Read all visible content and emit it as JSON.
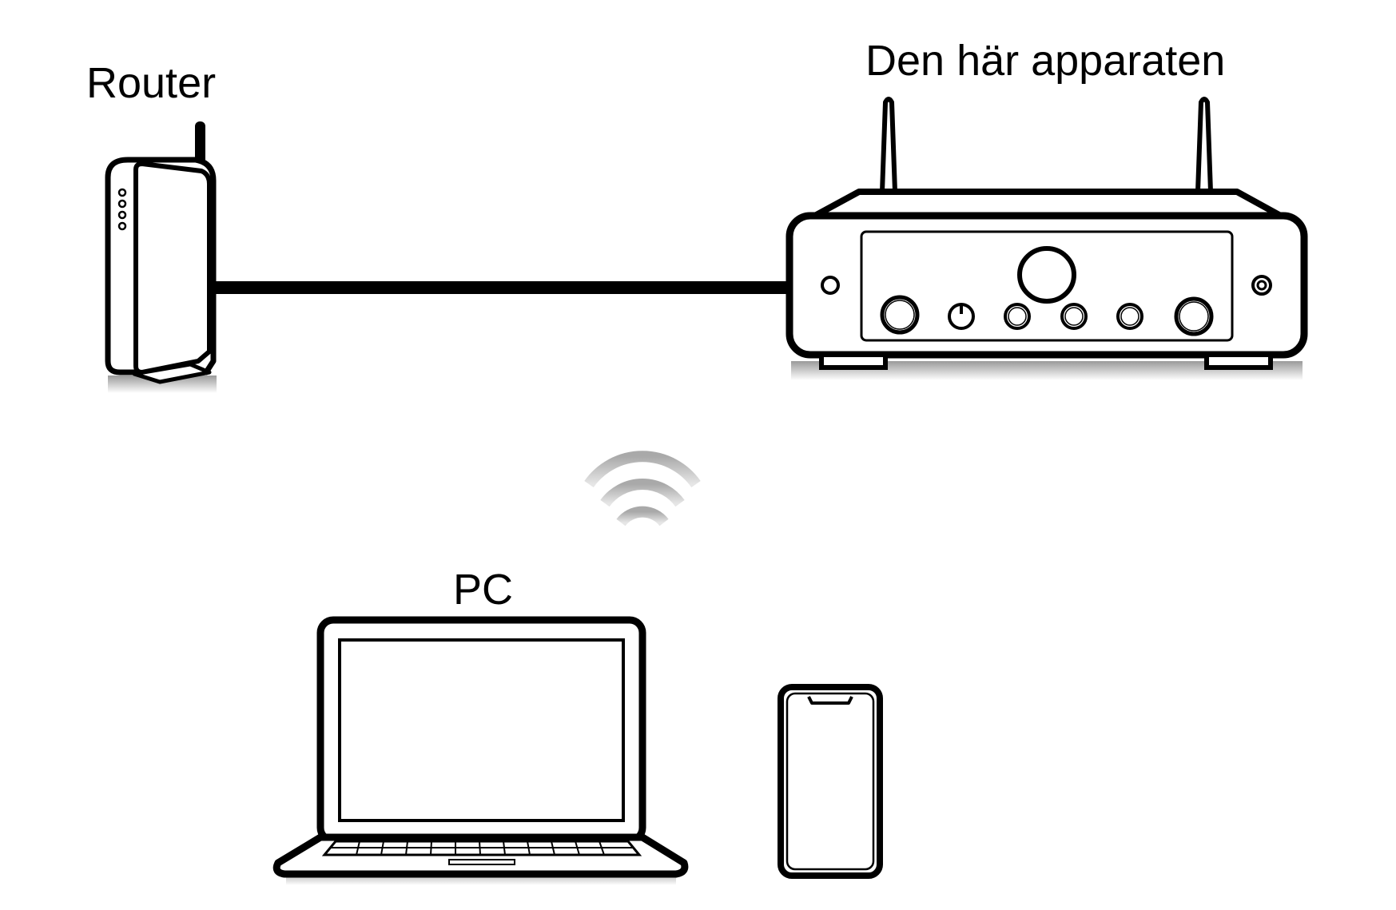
{
  "labels": {
    "router": "Router",
    "device": "Den här apparaten",
    "pc": "PC"
  },
  "colors": {
    "line": "#000000",
    "background": "#ffffff",
    "shadow": "#bfbfbf",
    "wifi": "#b5b5b5"
  },
  "icons": [
    "router-icon",
    "amplifier-icon",
    "wifi-icon",
    "laptop-icon",
    "smartphone-icon"
  ]
}
